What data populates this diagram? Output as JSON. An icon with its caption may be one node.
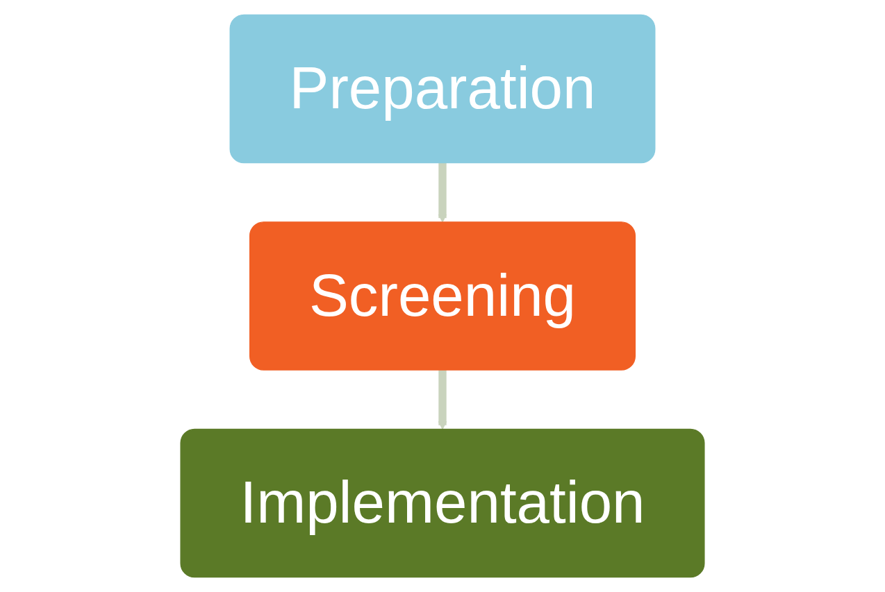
{
  "diagram": {
    "nodes": [
      {
        "text": [
          "Preparation"
        ]
      },
      {
        "text": [
          "Screening"
        ]
      },
      {
        "text": [
          "Implementation"
        ]
      }
    ],
    "edges": [
      {
        "from": 0,
        "to": 1,
        "arrow": "to"
      },
      {
        "from": 1,
        "to": 2,
        "arrow": "to"
      }
    ]
  }
}
